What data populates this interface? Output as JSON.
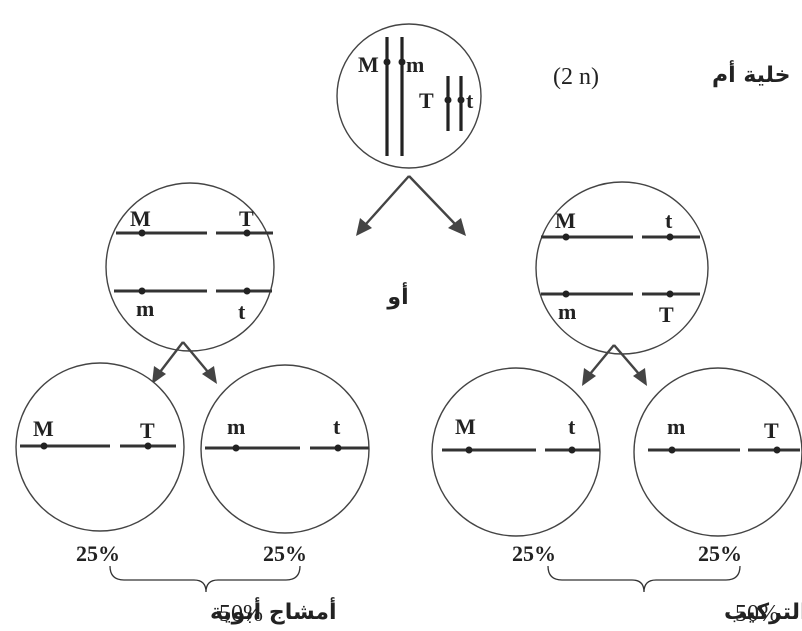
{
  "mother_cell": {
    "label_ar": "خلية أم",
    "label_ploidy": "(2 n)",
    "alleles": {
      "M": "M",
      "m": "m",
      "T": "T",
      "t": "t"
    }
  },
  "or_label": "أو",
  "left_branch": {
    "meiosis_cell": {
      "top": [
        "M",
        "T"
      ],
      "bottom": [
        "m",
        "t"
      ]
    },
    "gametes": [
      {
        "alleles": [
          "M",
          "T"
        ],
        "percent": "25%"
      },
      {
        "alleles": [
          "m",
          "t"
        ],
        "percent": "25%"
      }
    ],
    "total_percent": "50%",
    "total_label": "أمشاج أبوية"
  },
  "right_branch": {
    "meiosis_cell": {
      "top": [
        "M",
        "t"
      ],
      "bottom": [
        "m",
        "T"
      ]
    },
    "gametes": [
      {
        "alleles": [
          "M",
          "t"
        ],
        "percent": "25%"
      },
      {
        "alleles": [
          "m",
          "T"
        ],
        "percent": "25%"
      }
    ],
    "total_percent": "50%",
    "total_label": "أمشاج جديدة التركيب"
  }
}
